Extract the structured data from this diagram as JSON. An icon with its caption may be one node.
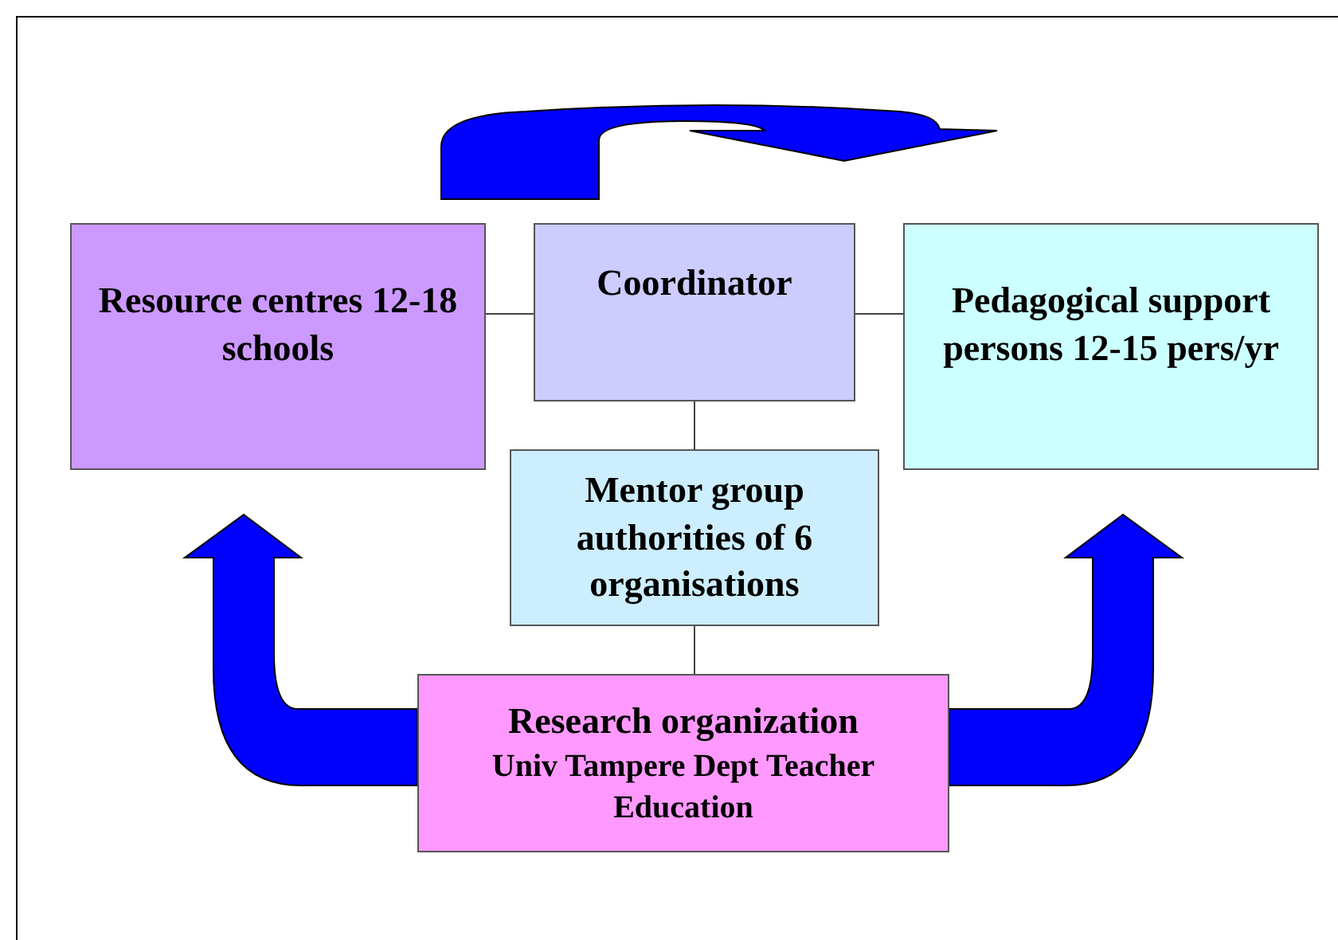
{
  "diagram": {
    "nodes": [
      {
        "text": [
          "Resource centres 12-18 schools"
        ]
      },
      {
        "text": [
          "Coordinator"
        ]
      },
      {
        "text": [
          "Pedagogical support persons 12-15 pers/yr"
        ]
      },
      {
        "text": [
          "Mentor group authorities of 6 organisations"
        ]
      },
      {
        "text": [
          "Research organization",
          "Univ Tampere Dept Teacher Education"
        ]
      }
    ],
    "edges": [
      {
        "from": 0,
        "to": 1,
        "arrow": "none"
      },
      {
        "from": 1,
        "to": 2,
        "arrow": "none"
      },
      {
        "from": 1,
        "to": 3,
        "arrow": "none"
      },
      {
        "from": 3,
        "to": 4,
        "arrow": "none"
      },
      {
        "from": 4,
        "to": 0,
        "arrow": "to",
        "style": "thick",
        "color": "#0000ff"
      },
      {
        "from": 4,
        "to": 2,
        "arrow": "to",
        "style": "thick",
        "color": "#0000ff"
      }
    ]
  }
}
